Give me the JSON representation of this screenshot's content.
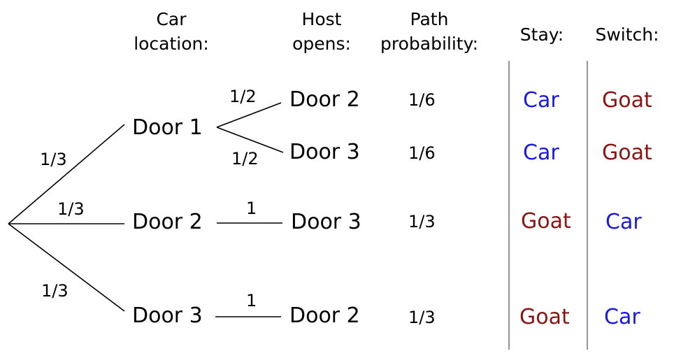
{
  "headers": {
    "car_location": [
      "Car",
      "location:"
    ],
    "host_opens": [
      "Host",
      "opens:"
    ],
    "path_probability": [
      "Path",
      "probability:"
    ],
    "stay": "Stay:",
    "switch": "Switch:"
  },
  "level1": {
    "probabilities": [
      "1/3",
      "1/3",
      "1/3"
    ],
    "nodes": [
      "Door 1",
      "Door 2",
      "Door 3"
    ]
  },
  "level2": {
    "probabilities": [
      "1/2",
      "1/2",
      "1",
      "1"
    ],
    "nodes": [
      "Door 2",
      "Door 3",
      "Door 3",
      "Door 2"
    ]
  },
  "path_probabilities": [
    "1/6",
    "1/6",
    "1/3",
    "1/3"
  ],
  "outcomes": {
    "stay": [
      "Car",
      "Car",
      "Goat",
      "Goat"
    ],
    "switch": [
      "Goat",
      "Goat",
      "Car",
      "Car"
    ]
  },
  "colors": {
    "car": "#1a1adc",
    "goat": "#8b1414",
    "text": "#000000",
    "divider": "#7a7a7a"
  }
}
